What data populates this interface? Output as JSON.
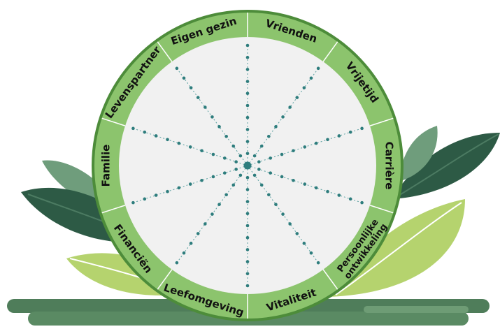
{
  "wheel": {
    "segments": [
      {
        "label": "Vrienden"
      },
      {
        "label": "Vrijetijd"
      },
      {
        "label": "Carrière"
      },
      {
        "label": "Persoonlijke",
        "label2": "ontwikkeling"
      },
      {
        "label": "Vitaliteit"
      },
      {
        "label": "Leefomgeving"
      },
      {
        "label": "Financiën"
      },
      {
        "label": "Familie"
      },
      {
        "label": "Levenspartner"
      },
      {
        "label": "Eigen gezin"
      }
    ],
    "scale_points_per_spoke": 10
  },
  "colors": {
    "ring": "#8cc46d",
    "ring_border": "#4d8c3a",
    "inner": "#f1f1f1",
    "dot": "#2e7d7d",
    "spoke": "#5aa0a0",
    "leaf_dark": "#2d5a45",
    "leaf_mid": "#5f8f6c",
    "leaf_light": "#b5d36e",
    "ground": "#4f7d5a"
  }
}
